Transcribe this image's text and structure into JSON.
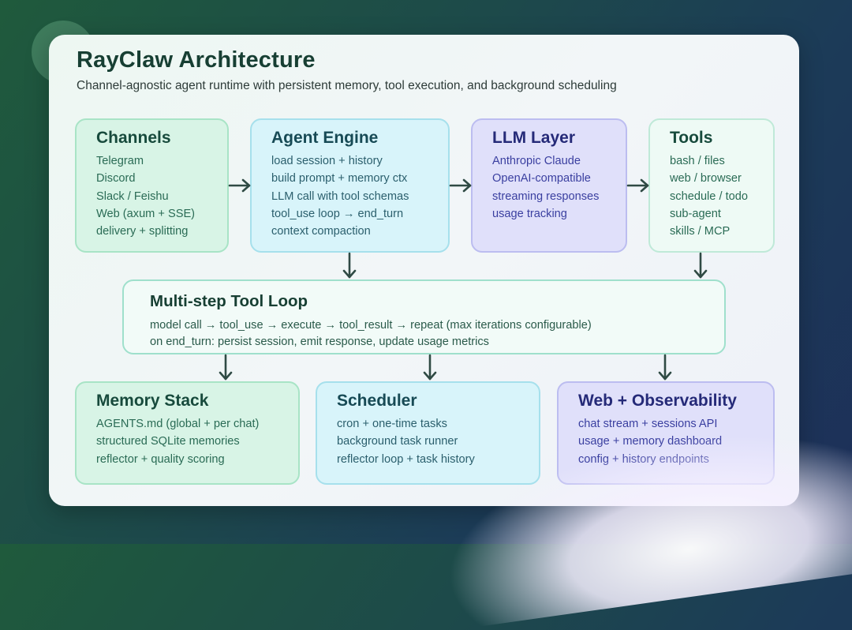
{
  "title": "RayClaw Architecture",
  "subtitle": "Channel-agnostic agent runtime with persistent memory, tool execution, and background scheduling",
  "boxes": {
    "channels": {
      "title": "Channels",
      "items": [
        "Telegram",
        "Discord",
        "Slack / Feishu",
        "Web (axum + SSE)",
        "delivery + splitting"
      ]
    },
    "agent_engine": {
      "title": "Agent Engine",
      "items": [
        "load session + history",
        "build prompt + memory ctx",
        "LLM call with tool schemas",
        "tool_use loop → end_turn",
        "context compaction"
      ]
    },
    "llm_layer": {
      "title": "LLM Layer",
      "items": [
        "Anthropic Claude",
        "OpenAI-compatible",
        "streaming responses",
        "usage tracking"
      ]
    },
    "tools": {
      "title": "Tools",
      "items": [
        "bash / files",
        "web / browser",
        "schedule / todo",
        "sub-agent",
        "skills / MCP"
      ]
    },
    "tool_loop": {
      "title": "Multi-step Tool Loop",
      "items": [
        "model call → tool_use → execute → tool_result → repeat (max iterations configurable)",
        "on end_turn: persist session, emit response, update usage metrics"
      ]
    },
    "memory_stack": {
      "title": "Memory Stack",
      "items": [
        "AGENTS.md (global + per chat)",
        "structured SQLite memories",
        "reflector + quality scoring"
      ]
    },
    "scheduler": {
      "title": "Scheduler",
      "items": [
        "cron + one-time tasks",
        "background task runner",
        "reflector loop + task history"
      ]
    },
    "web_observability": {
      "title": "Web + Observability",
      "items": [
        "chat stream + sessions API",
        "usage + memory dashboard",
        "config + history endpoints"
      ]
    }
  },
  "colors": {
    "green": "#d8f4e6",
    "cyan": "#d8f4fa",
    "purple": "#e0e0fa",
    "arrow": "#2f4a44"
  }
}
